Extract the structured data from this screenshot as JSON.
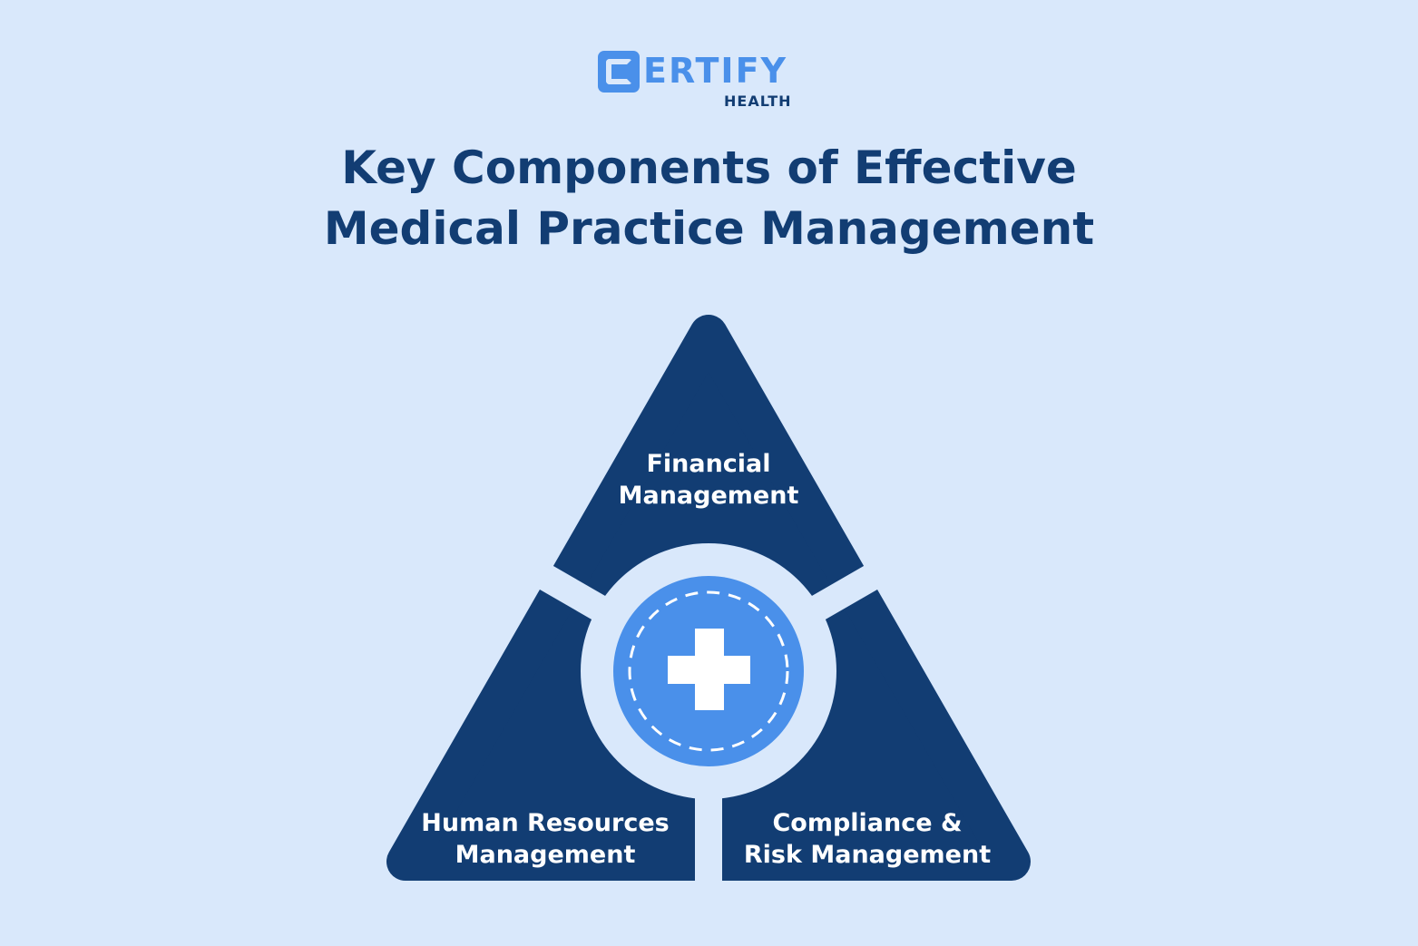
{
  "logo": {
    "brand": "CERTIFY",
    "sub": "HEALTH"
  },
  "title": {
    "line1": "Key Components of Effective",
    "line2": "Medical Practice Management"
  },
  "segments": [
    {
      "line1": "Financial",
      "line2": "Management"
    },
    {
      "line1": "Human Resources",
      "line2": "Management"
    },
    {
      "line1": "Compliance &",
      "line2": "Risk Management"
    }
  ],
  "center_icon": "medical-cross-icon",
  "colors": {
    "background": "#d9e8fb",
    "dark": "#123d73",
    "accent": "#4a90ea"
  }
}
